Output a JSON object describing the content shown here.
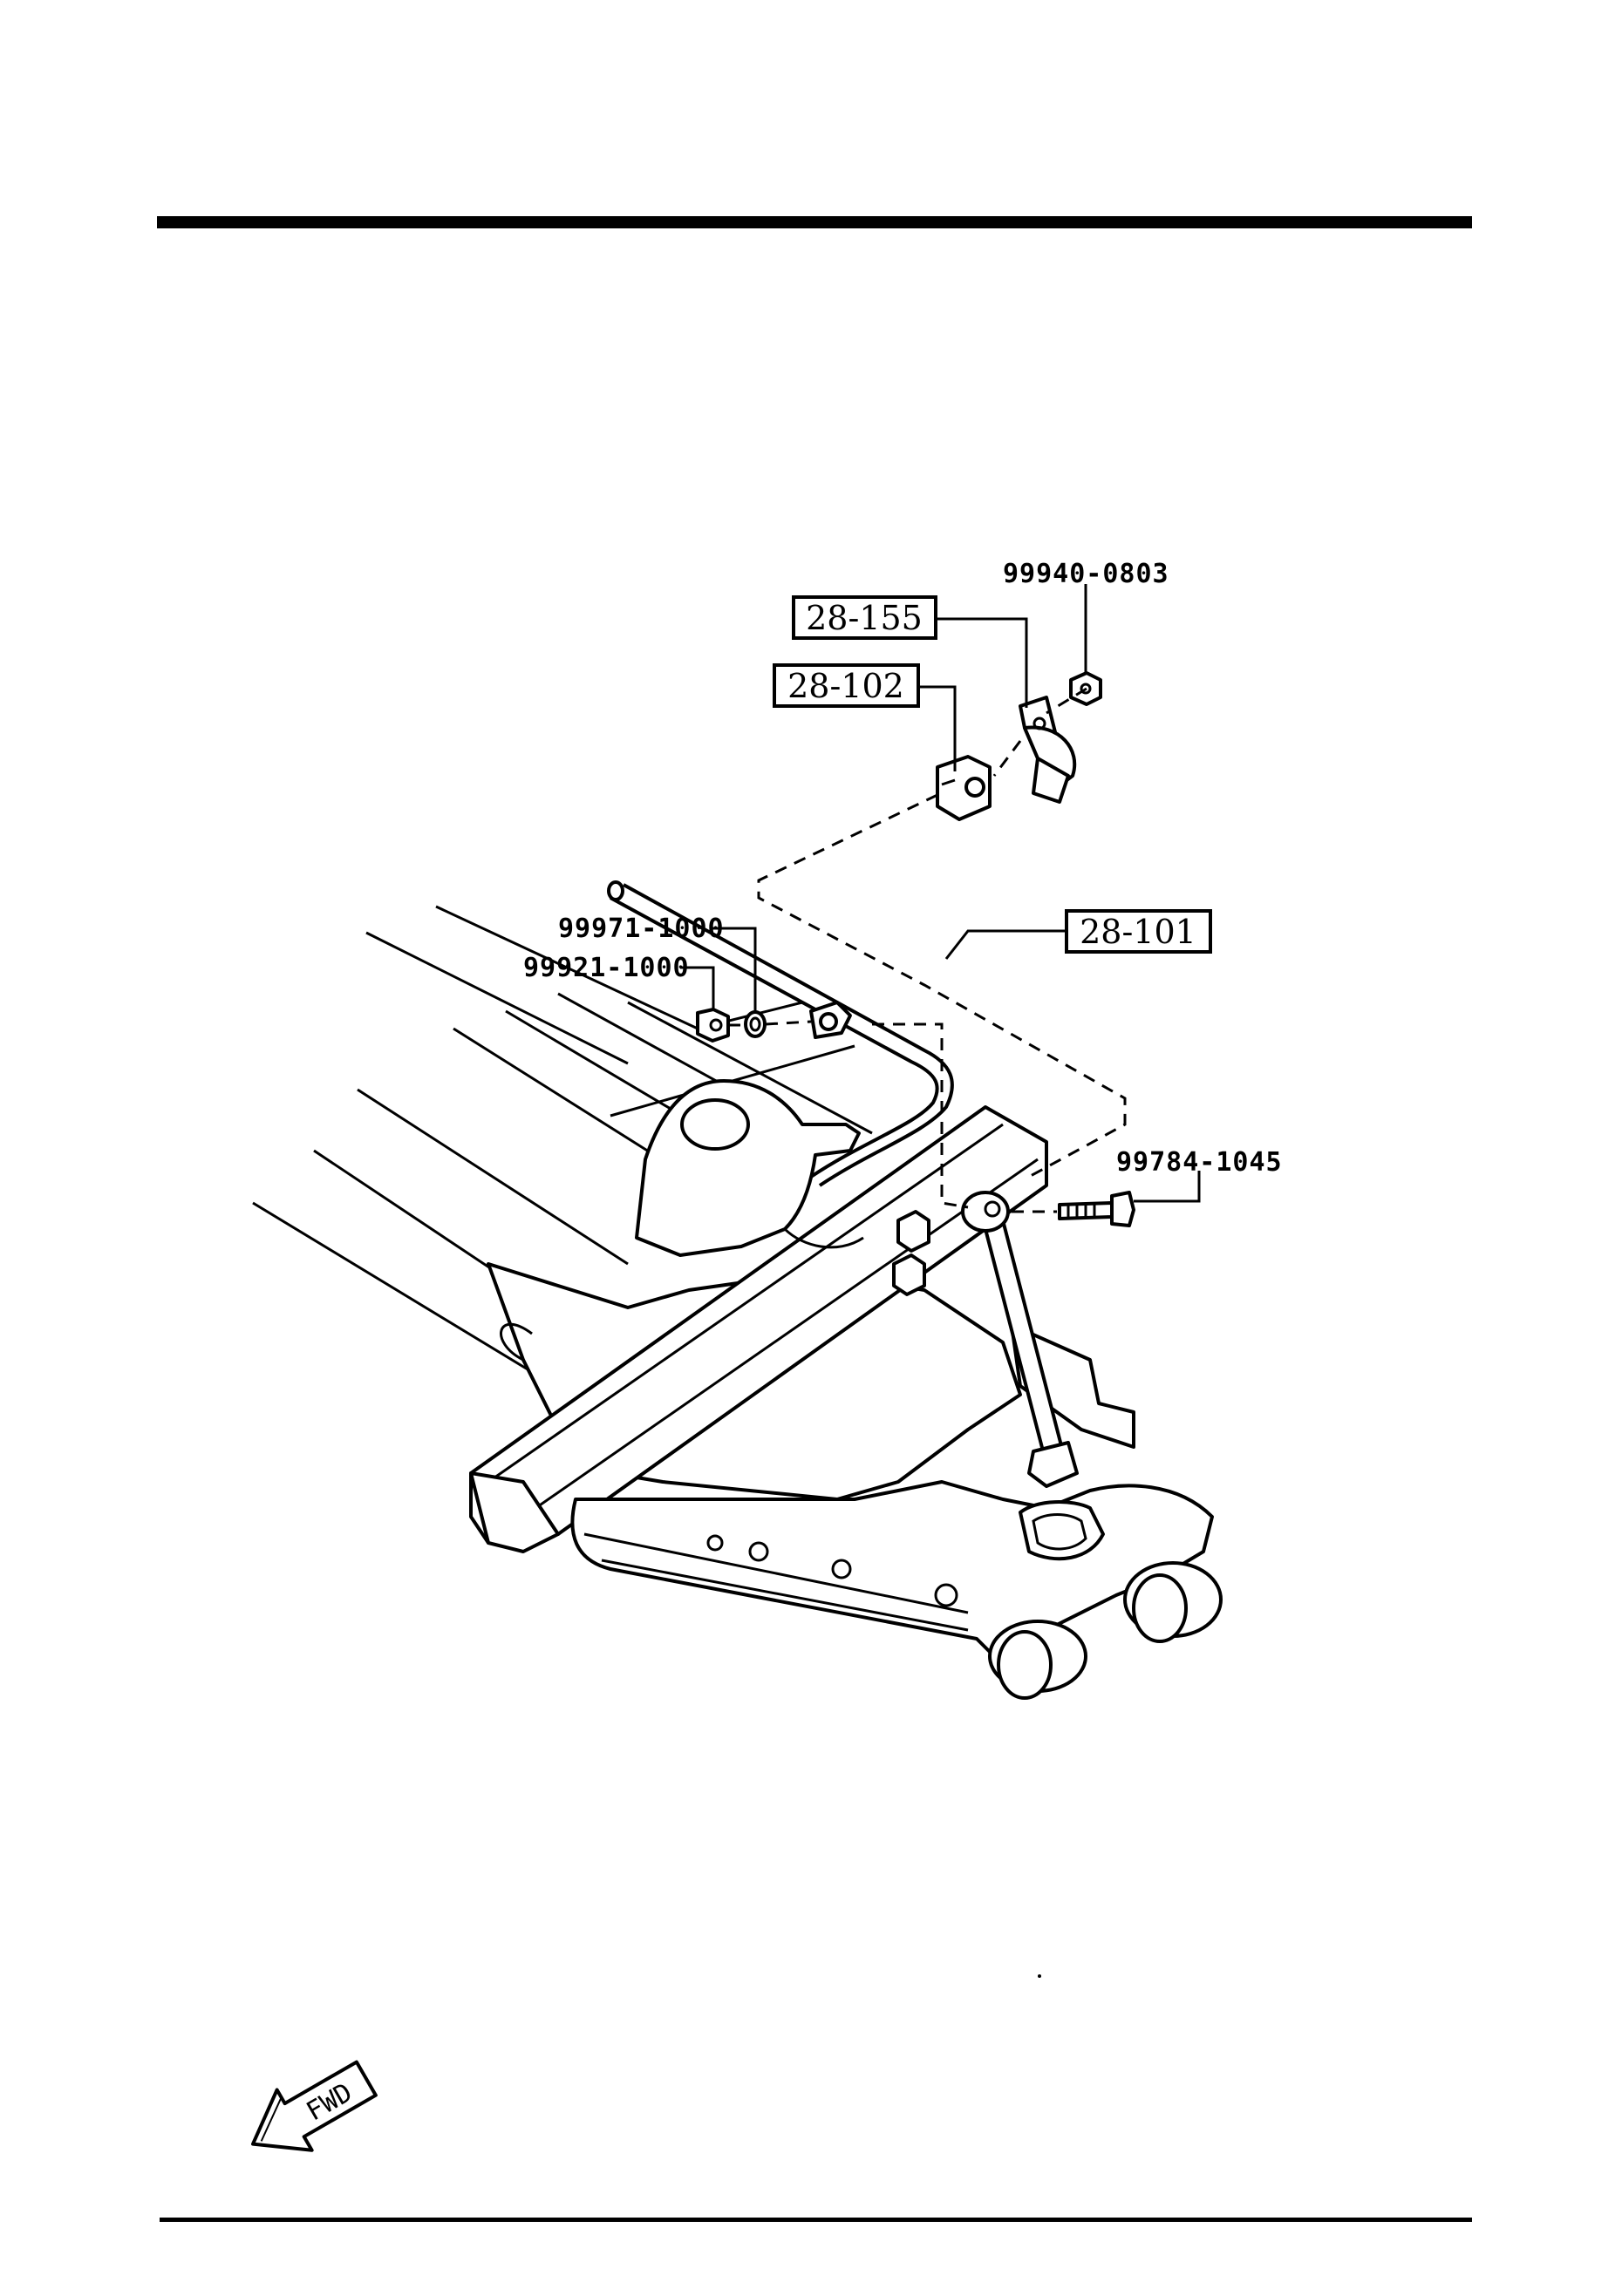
{
  "callouts": {
    "p_28_155": "28-155",
    "p_28_102": "28-102",
    "p_28_101": "28-101",
    "p_99940_0803": "99940-0803",
    "p_99971_1000": "99971-1000",
    "p_99921_1000": "99921-1000",
    "p_99784_1045": "99784-1045"
  },
  "fwd_arrow": {
    "label": "FWD"
  },
  "colors": {
    "ink": "#000000",
    "paper": "#ffffff"
  }
}
